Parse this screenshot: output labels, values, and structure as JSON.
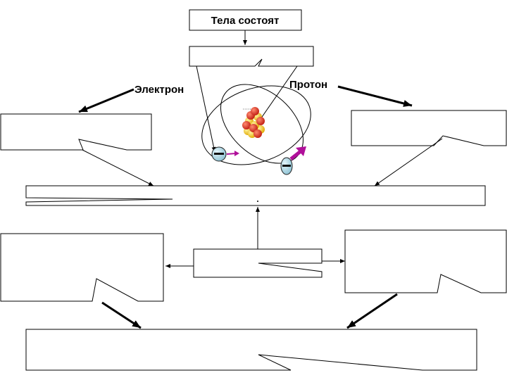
{
  "title_box": {
    "text": "Тела состоят"
  },
  "labels": {
    "electron": "Электрон",
    "proton": "Протон"
  },
  "colors": {
    "arrow_accent": "#b0109a",
    "electron_fill": "#a9d3e0",
    "nucleus_proton": "#d33020",
    "nucleus_neutron": "#f2c10a"
  }
}
